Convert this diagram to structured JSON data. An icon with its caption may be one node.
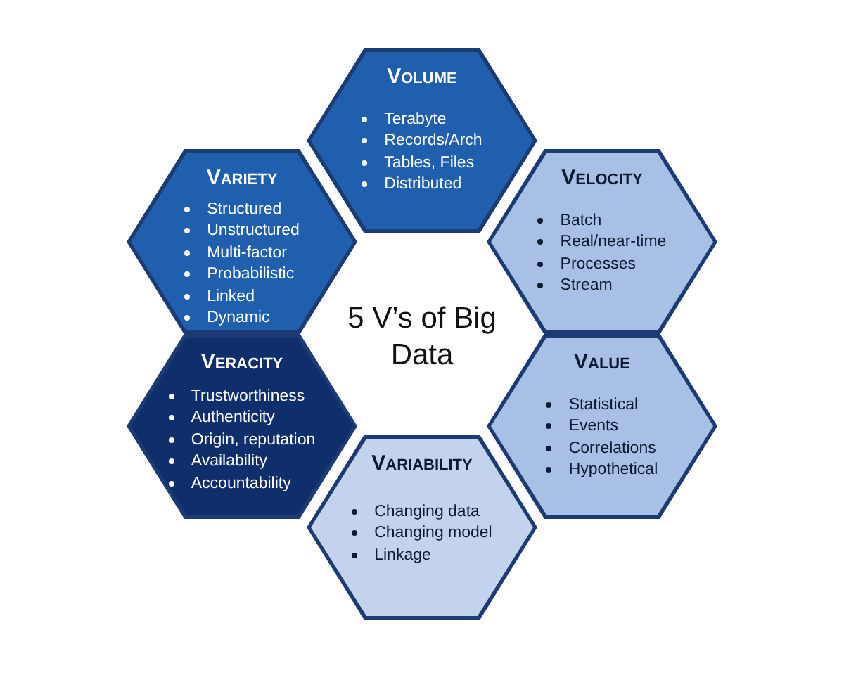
{
  "diagram": {
    "nodes": [
      {
        "text": [
          "Volume",
          "Terabyte",
          "Records/Arch",
          "Tables, Files",
          "Distributed"
        ]
      },
      {
        "text": [
          "Variety",
          "Structured",
          "Unstructured",
          "Multi-factor",
          "Probabilistic",
          "Linked",
          "Dynamic"
        ]
      },
      {
        "text": [
          "Velocity",
          "Batch",
          "Real/near-time",
          "Processes",
          "Stream"
        ]
      },
      {
        "text": [
          "Veracity",
          "Trustworthiness",
          "Authenticity",
          "Origin, reputation",
          "Availability",
          "Accountability"
        ]
      },
      {
        "text": [
          "Value",
          "Statistical",
          "Events",
          "Correlations",
          "Hypothetical"
        ]
      },
      {
        "text": [
          "Variability",
          "Changing data",
          "Changing model",
          "Linkage"
        ]
      }
    ],
    "labels": [
      "5 V’s of Big Data"
    ]
  }
}
